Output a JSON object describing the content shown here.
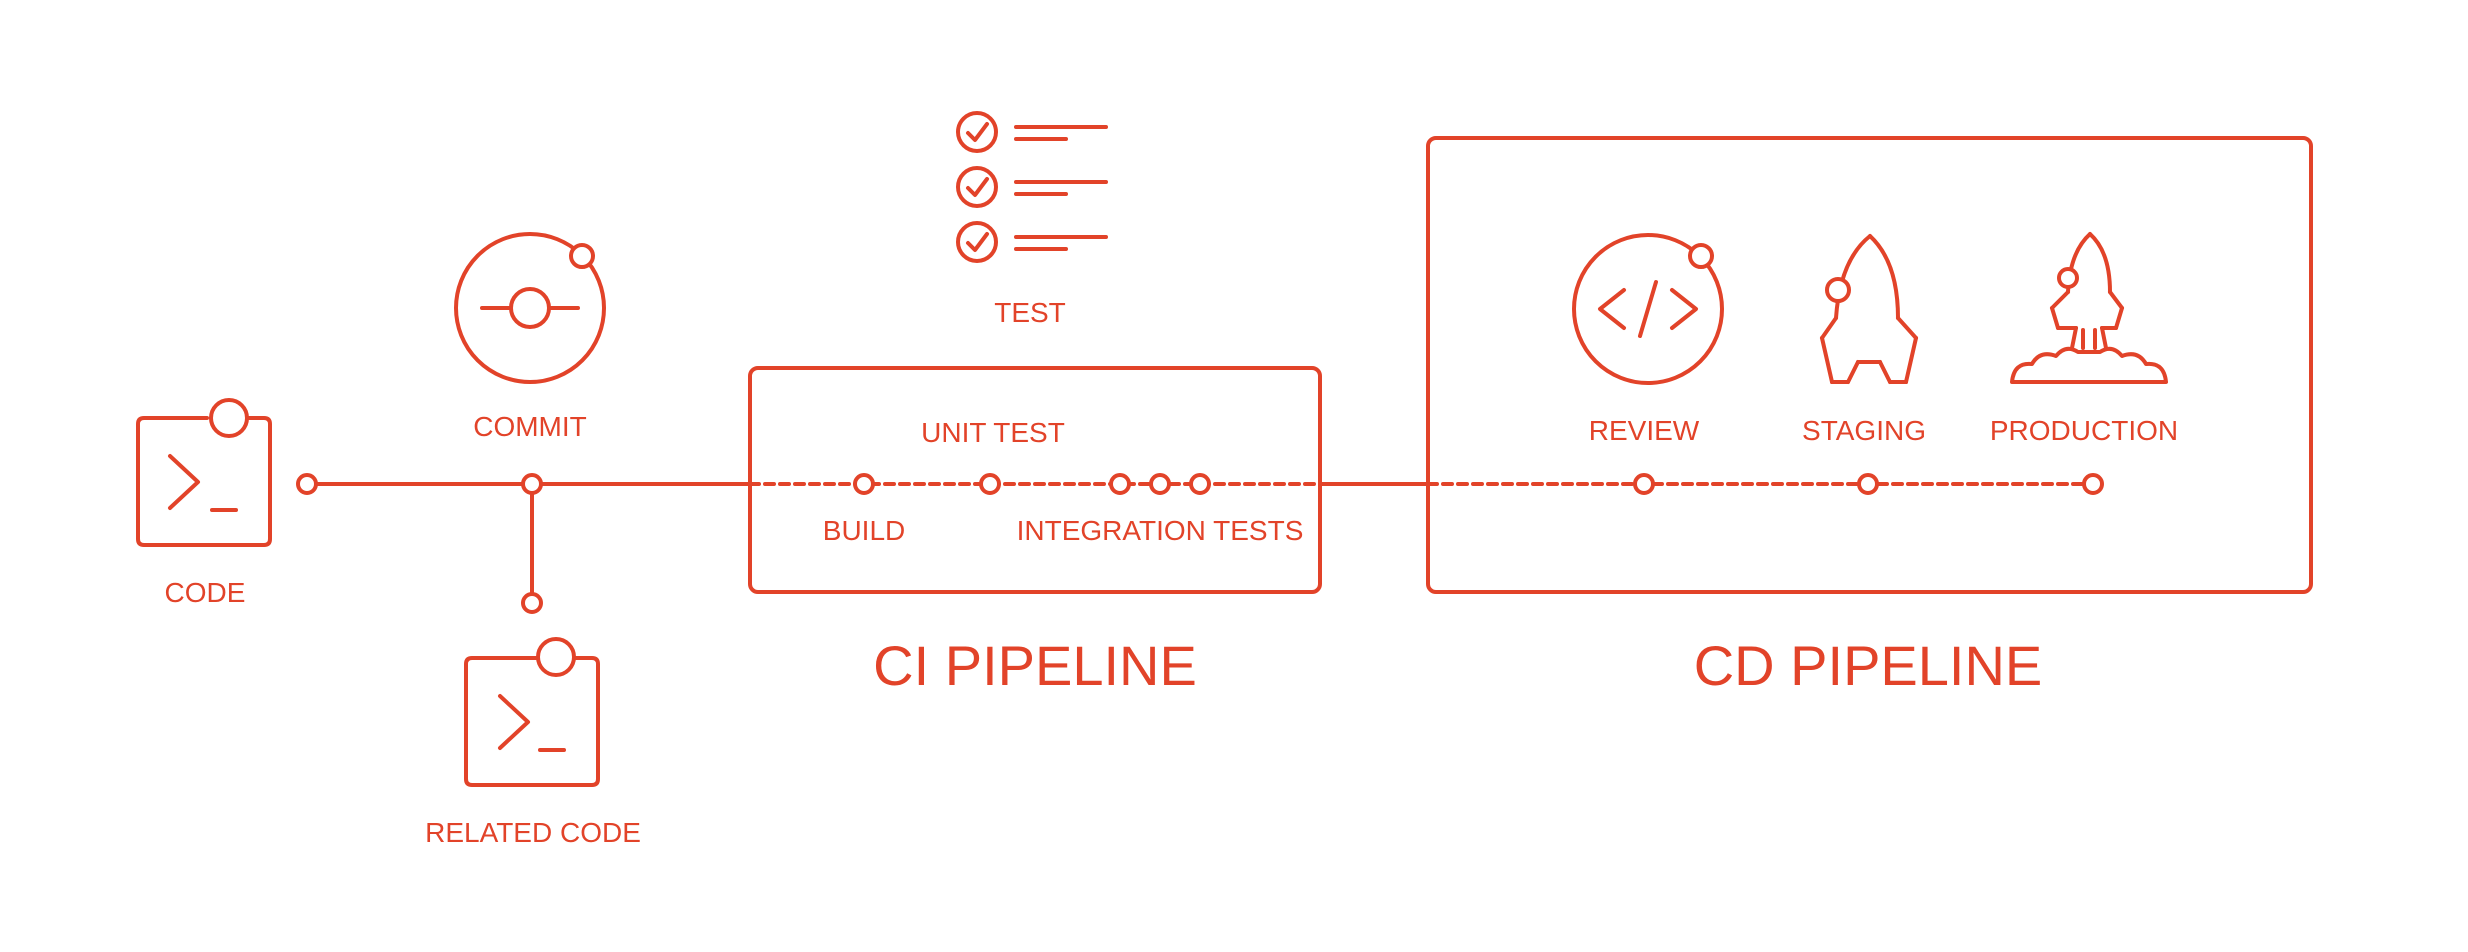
{
  "colors": {
    "accent": "#E24329",
    "background": "#FFFFFF"
  },
  "labels": {
    "code": "CODE",
    "commit": "COMMIT",
    "related_code": "RELATED CODE",
    "test": "TEST",
    "unit_test": "UNIT TEST",
    "build": "BUILD",
    "integration_tests": "INTEGRATION TESTS",
    "review": "REVIEW",
    "staging": "STAGING",
    "production": "PRODUCTION"
  },
  "titles": {
    "ci_pipeline": "CI PIPELINE",
    "cd_pipeline": "CD PIPELINE"
  },
  "icons": {
    "code": "terminal-icon",
    "commit": "commit-icon",
    "related_code": "terminal-icon",
    "test": "checklist-icon",
    "review": "code-review-icon",
    "staging": "rocket-icon",
    "production": "rocket-launch-icon"
  }
}
